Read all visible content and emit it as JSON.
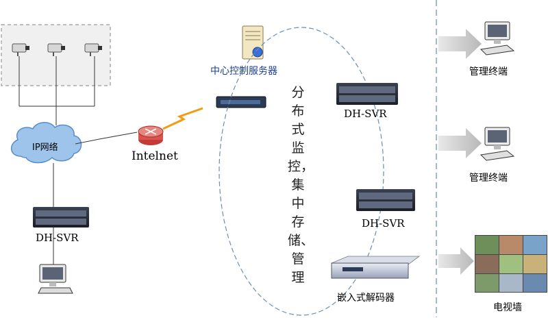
{
  "labels": {
    "center_server": "中心控制服务器",
    "internet": "Intelnet",
    "ip_network": "IP网络",
    "svr_left": "DH-SVR",
    "svr_mid_top": "DH-SVR",
    "svr_mid_bottom": "DH-SVR",
    "decoder": "嵌入式解码器",
    "terminal_top": "管理终端",
    "terminal_bottom": "管理终端",
    "tv_wall": "电视墙",
    "vertical_text": "分布式监控，集中存储、管理"
  },
  "icons": {
    "camera": "camera-icon",
    "server": "server-tower-icon",
    "switch": "network-switch-icon",
    "router": "router-icon",
    "lightning": "lightning-link-icon",
    "cloud": "cloud-icon",
    "rack": "rack-server-icon",
    "computer": "computer-icon",
    "decoder": "decoder-box-icon",
    "arrow": "arrow-right-icon",
    "tvwall": "video-wall-icon"
  },
  "colors": {
    "dashed_box": "#9a9a9a",
    "dashed_box_fill": "#f0f0f0",
    "ellipse": "#6a8fb0",
    "divider": "#5a8fb8",
    "cloud_fill": "#9ec4ec",
    "center_label": "#1e3f8f",
    "lightning": "#f39c12",
    "router": "#d9534f",
    "arrow": "#c8c8c8"
  }
}
